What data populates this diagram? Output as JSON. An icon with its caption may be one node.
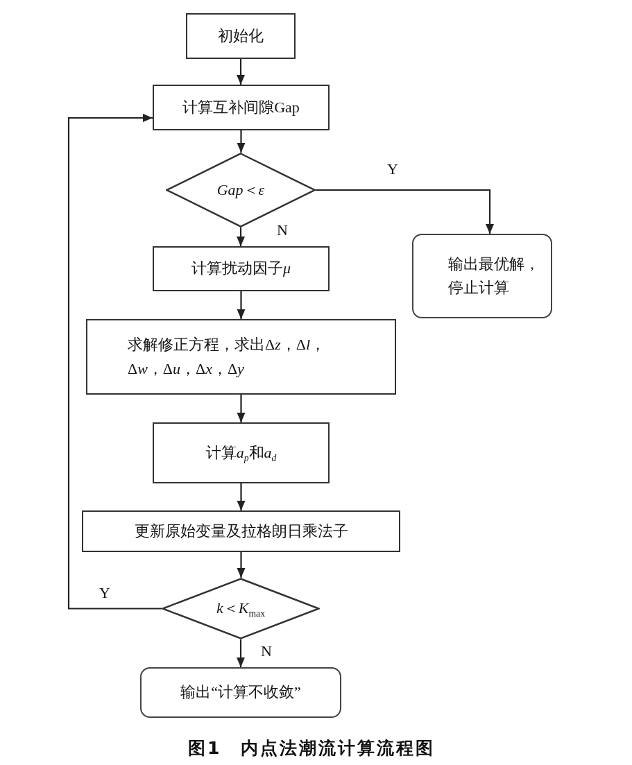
{
  "diagram": {
    "caption": "图1　内点法潮流计算流程图",
    "nodes": [
      {
        "text": [
          "初始化"
        ]
      },
      {
        "text": [
          "计算互补间隙Gap"
        ]
      },
      {
        "text": [
          "*Gap*＜*ε*"
        ]
      },
      {
        "text": [
          "计算扰动因子μ"
        ]
      },
      {
        "text": [
          "输出最优解，停止计算"
        ]
      },
      {
        "text": [
          "求解修正方程，求出Δz，Δl，Δw，Δu，Δx，Δy"
        ]
      },
      {
        "text": [
          "计算a$_{p}$和a$_{d}$"
        ]
      },
      {
        "text": [
          "更新原始变量及拉格朗日乘法子"
        ]
      },
      {
        "text": [
          "*k*＜*K*$_{max}$"
        ]
      },
      {
        "text": [
          "输出“计算不收敛”"
        ]
      }
    ],
    "edges": [
      {
        "from": 0,
        "to": 1,
        "arrow": "to"
      },
      {
        "from": 1,
        "to": 2,
        "arrow": "to"
      },
      {
        "from": 2,
        "to": 3,
        "arrow": "to",
        "label": "N"
      },
      {
        "from": 2,
        "to": 4,
        "arrow": "to",
        "label": "Y"
      },
      {
        "from": 3,
        "to": 5,
        "arrow": "to"
      },
      {
        "from": 5,
        "to": 6,
        "arrow": "to"
      },
      {
        "from": 6,
        "to": 7,
        "arrow": "to"
      },
      {
        "from": 7,
        "to": 8,
        "arrow": "to"
      },
      {
        "from": 8,
        "to": 1,
        "arrow": "to",
        "label": "Y"
      },
      {
        "from": 8,
        "to": 9,
        "arrow": "to",
        "label": "N"
      }
    ]
  }
}
